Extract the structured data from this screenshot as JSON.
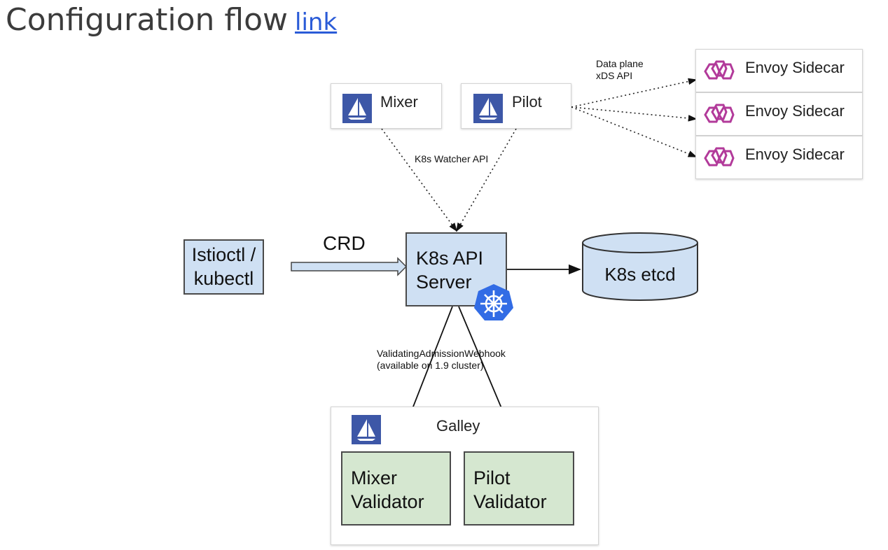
{
  "title": {
    "text": "Configuration flow",
    "link": "link"
  },
  "components": {
    "mixer": "Mixer",
    "pilot": "Pilot",
    "envoy": [
      "Envoy Sidecar",
      "Envoy Sidecar",
      "Envoy Sidecar"
    ],
    "istioctl": [
      "Istioctl /",
      "kubectl"
    ],
    "api_server": [
      "K8s API",
      "Server"
    ],
    "etcd": "K8s etcd",
    "galley": "Galley",
    "mixer_validator": [
      "Mixer",
      "Validator"
    ],
    "pilot_validator": [
      "Pilot",
      "Validator"
    ]
  },
  "labels": {
    "data_plane": [
      "Data plane",
      "xDS API"
    ],
    "watcher": "K8s Watcher API",
    "crd": "CRD",
    "webhook": [
      "ValidatingAdmissionWebhook",
      "(available on 1.9 cluster)"
    ]
  },
  "colors": {
    "api_fill": "#cfe0f3",
    "validator_fill": "#d5e7d0",
    "istio_blue": "#3d57a7",
    "envoy_magenta": "#b23a9a",
    "k8s_blue": "#326ce5"
  },
  "icons": {
    "istio": "istio-sail-icon",
    "envoy": "envoy-hexagon-icon",
    "kubernetes": "kubernetes-helm-icon"
  }
}
